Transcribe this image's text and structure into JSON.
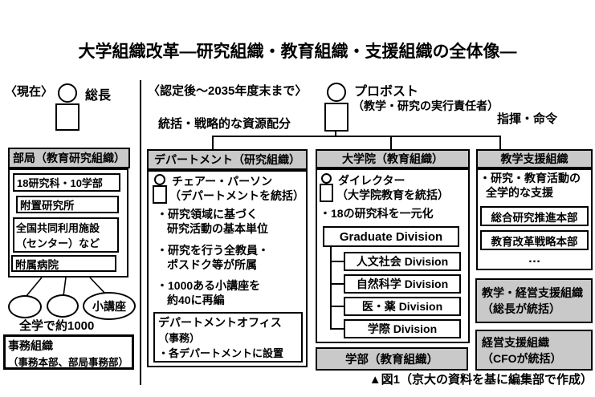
{
  "title": "大学組織改革―研究組織・教育組織・支援組織の全体像―",
  "caption": "▲図1（京大の資料を基に編集部で作成）",
  "colors": {
    "header_fill": "#c9c9c9",
    "line": "#000000",
    "background": "#ffffff"
  },
  "icons": {
    "president": "person-icon",
    "provost": "person-icon",
    "chair": "person-icon",
    "director": "person-icon"
  },
  "current": {
    "label": "〈現在〉",
    "president_label": "総長",
    "bukyoku": {
      "header": "部局（教育研究組織）",
      "items": [
        {
          "label": "18研究科・10学部"
        },
        {
          "label": "附置研究所"
        },
        {
          "line1": "全国共同利用施設",
          "line2": "（センター）など"
        },
        {
          "label": "附属病院"
        }
      ]
    },
    "kouza_oval_label": "小講座",
    "kouza_note": "全学で約1000",
    "jimu": {
      "line1": "事務組織",
      "line2": "（事務本部、部局事務部）"
    }
  },
  "future": {
    "period": "〈認定後～2035年度末まで〉",
    "resource_allocation": "統括・戦略的な資源配分",
    "provost": {
      "name": "プロボスト",
      "role": "（教学・研究の実行責任者）"
    },
    "command": "指揮・命令",
    "department": {
      "header": "デパートメント（研究組織）",
      "chair_name": "チェアー・パーソン",
      "chair_role": "（デパートメントを統括）",
      "bullets": [
        {
          "line1": "・研究領域に基づく",
          "line2": "研究活動の基本単位"
        },
        {
          "line1": "・研究を行う全教員・",
          "line2": "ポスドク等が所属"
        },
        {
          "line1": "・1000ある小講座を",
          "line2": "約40に再編"
        }
      ],
      "office": {
        "line1": "デパートメントオフィス",
        "line2": "（事務）",
        "line3": "・各デパートメントに設置"
      }
    },
    "graduate_school": {
      "header": "大学院（教育組織）",
      "director_name": "ダイレクター",
      "director_role": "（大学院教育を統括）",
      "bullet": "・18の研究科を一元化",
      "top_division": "Graduate Division",
      "divisions": [
        "人文社会 Division",
        "自然科学 Division",
        "医・薬 Division",
        "学際 Division"
      ],
      "undergrad": "学部（教育組織）"
    },
    "support": {
      "header": "教学支援組織",
      "bullet": {
        "line1": "・研究・教育活動の",
        "line2": "全学的な支援"
      },
      "hq_items": [
        "総合研究推進本部",
        "教育改革戦略本部"
      ],
      "more": "…",
      "management_support": {
        "line1": "教学・経営支援組織",
        "line2": "（総長が統括）"
      },
      "finance_support": {
        "line1": "経営支援組織",
        "line2": "（CFOが統括）"
      }
    }
  }
}
